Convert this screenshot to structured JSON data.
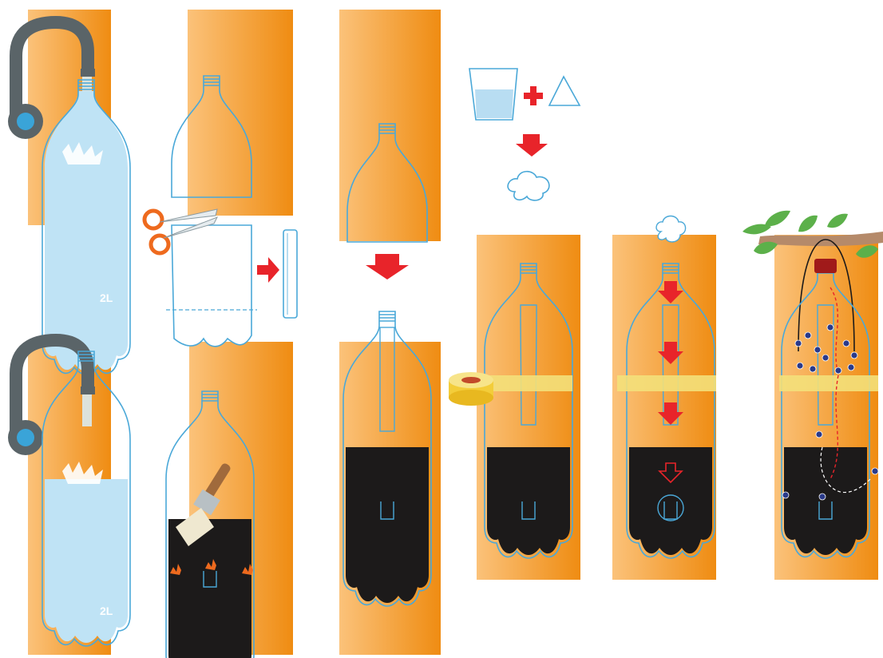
{
  "labels": {
    "bottle_size": "2L"
  },
  "colors": {
    "orange_light": "#f8b868",
    "orange_dark": "#f0901c",
    "bottle_outline": "#4aa8d8",
    "water": "#bfe3f5",
    "tap": "#5a6468",
    "tap_knob": "#3aa4d8",
    "arrow_red": "#e8242a",
    "paint_black": "#1c1a1a",
    "tape_yellow": "#f3e07a",
    "scissors_orange": "#ee6a1e",
    "leaf_green": "#5cb04a",
    "branch_brown": "#b58a6a",
    "cap_red": "#a01a1a"
  },
  "steps": [
    {
      "id": "fill-water-1",
      "icon": "tap-icon"
    },
    {
      "id": "fill-water-2",
      "icon": "tap-icon"
    },
    {
      "id": "cut-bottle",
      "icon": "scissors-icon"
    },
    {
      "id": "paint-bottom",
      "icon": "paintbrush-icon"
    },
    {
      "id": "insert-top",
      "icon": "arrow-down-icon"
    },
    {
      "id": "tape-join",
      "icon": "tape-roll-icon"
    },
    {
      "id": "mix-bait",
      "icon": "cup-icon"
    },
    {
      "id": "fill-bait",
      "icon": "arrow-down-icon"
    },
    {
      "id": "hang-trap",
      "icon": "branch-icon"
    }
  ]
}
